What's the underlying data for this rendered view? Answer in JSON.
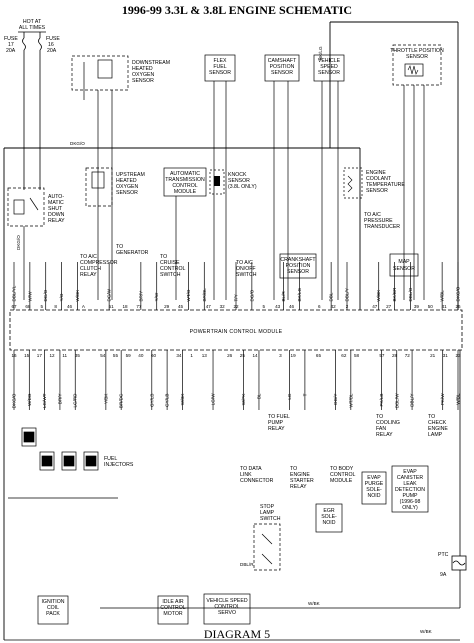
{
  "title": "1996-99 3.3L & 3.8L ENGINE SCHEMATIC",
  "footer": "DIAGRAM 5",
  "hot_at_all_times": [
    "HOT AT",
    "ALL TIMES"
  ],
  "fuses": {
    "left": [
      "FUSE",
      "17",
      "20A"
    ],
    "right": [
      "FUSE",
      "16",
      "20A"
    ]
  },
  "top_components": {
    "downstream_o2": [
      "DOWNSTREAM",
      "HEATED",
      "OXYGEN",
      "SENSOR"
    ],
    "flex_fuel": [
      "FLEX",
      "FUEL",
      "SENSOR"
    ],
    "camshaft": [
      "CAMSHAFT",
      "POSITION",
      "SENSOR"
    ],
    "vehicle_speed": [
      "VEHICLE",
      "SPEED",
      "SENSOR"
    ],
    "tps": [
      "THROTTLE POSITION",
      "SENSOR"
    ]
  },
  "mid_components": {
    "asd_relay": [
      "AUTO-",
      "MATIC",
      "SHUT",
      "DOWN",
      "RELAY"
    ],
    "upstream_o2": [
      "UPSTREAM",
      "HEATED",
      "OXYGEN",
      "SENSOR"
    ],
    "trans_module": [
      "AUTOMATIC",
      "TRANSMISSION",
      "CONTROL",
      "MODULE"
    ],
    "knock": [
      "KNOCK",
      "SENSOR",
      "(3.8L ONLY)"
    ],
    "crankshaft": [
      "CRANKSHAFT",
      "POSITION",
      "SENSOR"
    ],
    "coolant_temp": [
      "ENGINE",
      "COOLANT",
      "TEMPERATURE",
      "SENSOR"
    ],
    "ac_pressure": [
      "TO A/C",
      "PRESSURE",
      "TRANSDUCER"
    ],
    "map": [
      "MAP",
      "SENSOR"
    ]
  },
  "to_labels": {
    "ac_clutch": [
      "TO A/C",
      "COMPRESSOR",
      "CLUTCH",
      "RELAY"
    ],
    "generator": [
      "TO",
      "GENERATOR"
    ],
    "cruise": [
      "TO",
      "CRUISE",
      "CONTROL",
      "SWITCH"
    ],
    "ac_switch": [
      "TO A/C",
      "ON/OFF",
      "SWITCH"
    ]
  },
  "pcm_label": "POWERTRAIN CONTROL MODULE",
  "pcm_top_pins": [
    "67",
    "68",
    "5",
    "8",
    "46",
    "A",
    "",
    "51",
    "18",
    "77",
    "",
    "29",
    "45",
    "",
    "47",
    "32",
    "22",
    "",
    "5",
    "43",
    "46",
    "",
    "6",
    "42",
    "2",
    "",
    "47",
    "27",
    "",
    "39",
    "50",
    "41",
    "26"
  ],
  "pcm_bottom_pins": [
    "16",
    "15",
    "17",
    "12",
    "11",
    "35",
    "",
    "54",
    "55",
    "59",
    "40",
    "60",
    "",
    "34",
    "1",
    "13",
    "",
    "26",
    "25",
    "14",
    "",
    "3",
    "19",
    "",
    "65",
    "",
    "62",
    "58",
    "",
    "57",
    "28",
    "72",
    "",
    "21",
    "31",
    "23"
  ],
  "top_wire_colors": [
    "DBL/YL",
    "W/W",
    "DG/O",
    "Y/O",
    "W/BK",
    "",
    "DG/W",
    "",
    "BR/Y",
    "Y/W",
    "",
    "WT/O",
    "BR/BL",
    "",
    "T/Y",
    "DG/O",
    "",
    "BL/R",
    "BK/LG",
    "",
    "DBL",
    "DBL/Y",
    "",
    "W/BK",
    "BK/BR",
    "DBL/O",
    "",
    "W/BL",
    "DKG/O"
  ],
  "bottom_wire_colors": [
    "DKG/O",
    "W/DG",
    "LG/WT",
    "BR/Y",
    "LG/RD",
    "",
    "Y/BK",
    "BR/DG",
    "",
    "GY/LB",
    "GY/LB",
    "W/BK",
    "",
    "LG/W",
    "",
    "W/PK",
    "BL",
    "",
    "LG",
    "T",
    "",
    "DG/Y",
    "WT/BL",
    "",
    "PK/LB",
    "DBL/W",
    "DBL/Y",
    "",
    "PK/W",
    "W/BL"
  ],
  "misc_wire_labels": {
    "dkg_o_bus": "DKG/O",
    "dkg_o_left": "DKG/O",
    "bk_lg": "BK/LG",
    "dkg_o_down": "DKG/O",
    "w_bk_right": "W/BK",
    "w_bk_bottom": "W/BK",
    "dbl_w": "DBL/W",
    "dbl_w2": "DBL/W",
    "bk_w": "BK/W"
  },
  "bottom_destinations": {
    "fuel_pump": [
      "TO FUEL",
      "PUMP",
      "RELAY"
    ],
    "cooling_fan": [
      "TO",
      "COOLING",
      "FAN",
      "RELAY"
    ],
    "check_engine": [
      "TO",
      "CHECK",
      "ENGINE",
      "LAMP"
    ],
    "data_link": [
      "TO DATA",
      "LINK",
      "CONNECTOR"
    ],
    "starter": [
      "TO",
      "ENGINE",
      "STARTER",
      "RELAY"
    ],
    "body_control": [
      "TO BODY",
      "CONTROL",
      "MODULE"
    ],
    "fuel_injectors": [
      "FUEL",
      "INJECTORS"
    ]
  },
  "bottom_boxes": {
    "egr": [
      "EGR",
      "SOLE-",
      "NOID"
    ],
    "evap_purge": [
      "EVAP",
      "PURGE",
      "SOLE-",
      "NOID"
    ],
    "evap_leak": [
      "EVAP",
      "CANISTER",
      "LEAK",
      "DETECTION",
      "PUMP",
      "(1996-98",
      "ONLY)"
    ],
    "brake_switch": [
      "STOP",
      "LAMP",
      "SWITCH"
    ],
    "ignition": [
      "IGNITION",
      "COIL",
      "PACK"
    ],
    "iac": [
      "IDLE AIR",
      "CONTROL",
      "MOTOR"
    ],
    "speed_servo": [
      "VEHICLE SPEED",
      "CONTROL",
      "SERVO"
    ]
  },
  "ptc": [
    "PTC",
    "9A"
  ],
  "dbl_r": "DBL/R"
}
